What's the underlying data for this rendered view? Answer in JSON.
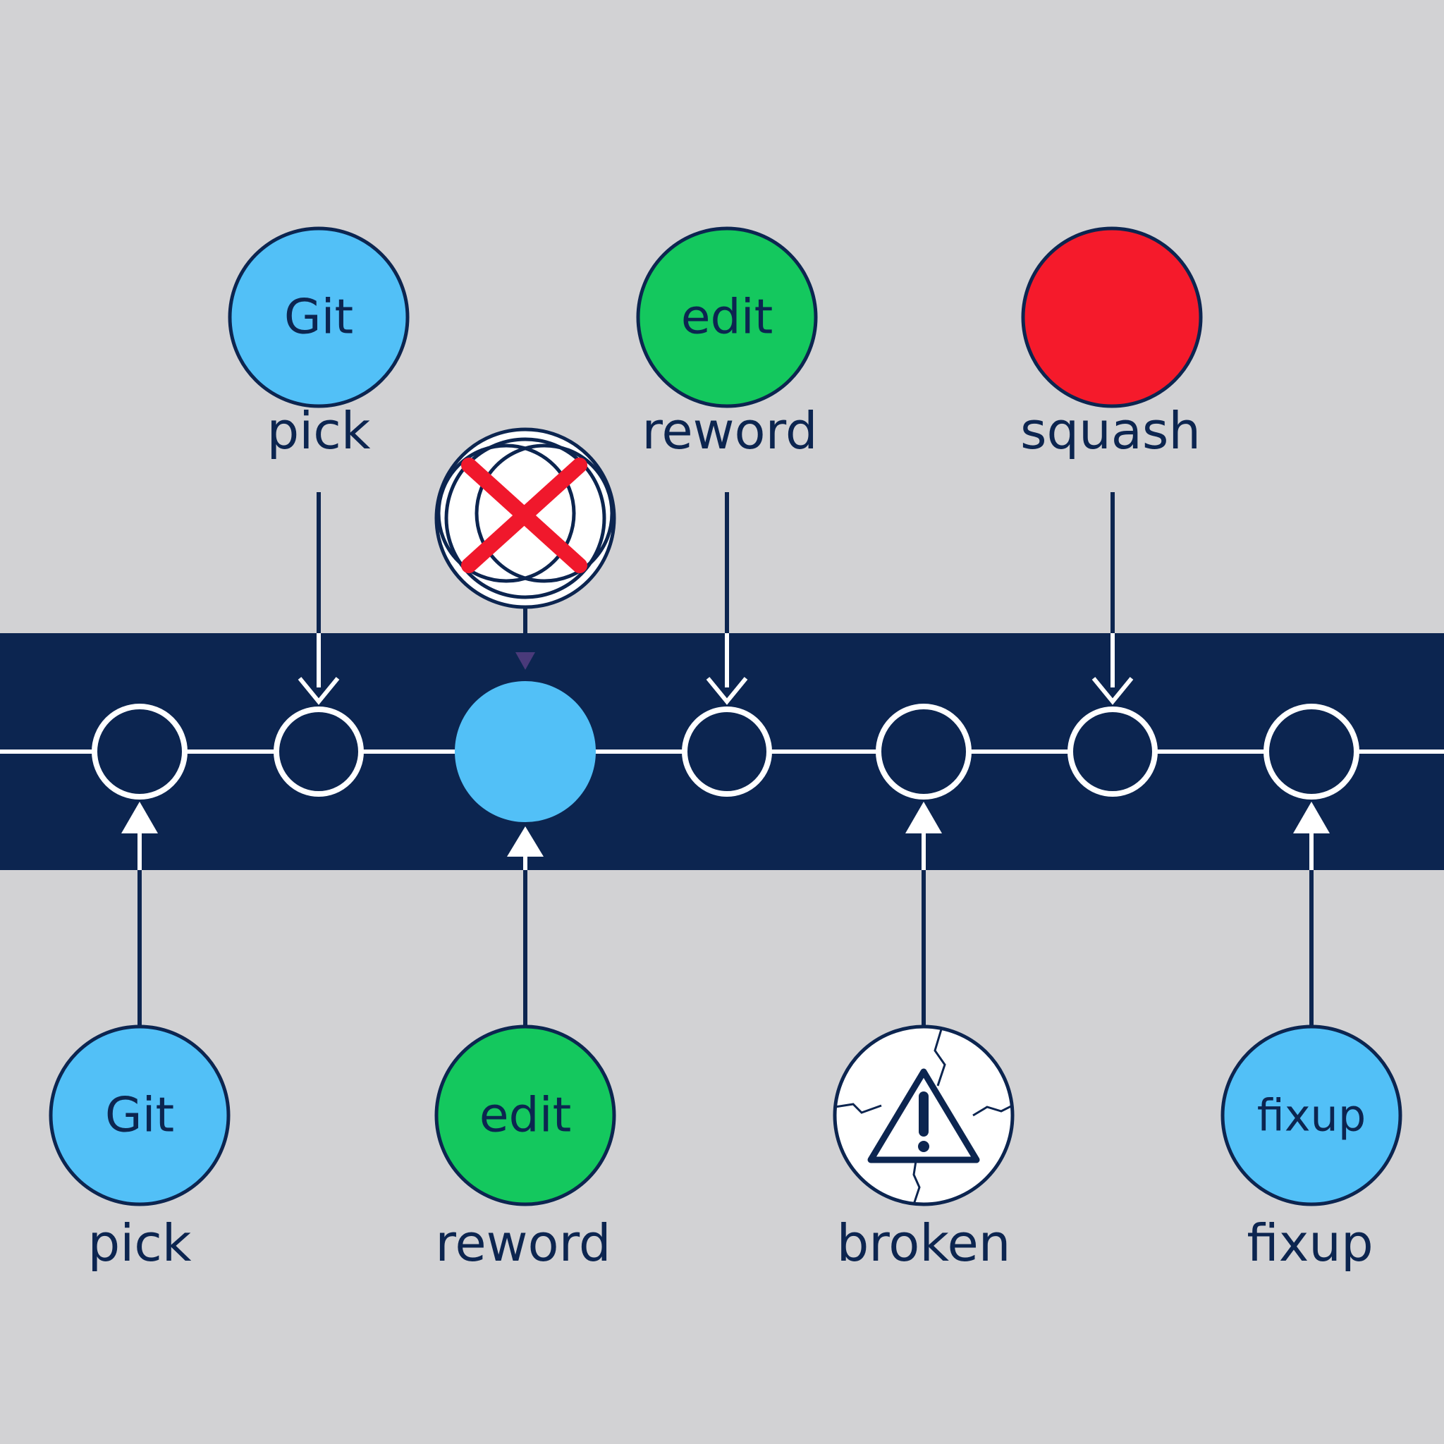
{
  "colors": {
    "background": "#d2d2d4",
    "band": "#0c2550",
    "navy": "#0c2550",
    "line_white": "#ffffff",
    "blue": "#52c0f7",
    "green": "#14c85e",
    "red": "#f51a2b",
    "cross_red": "#f0182c",
    "broken_fill": "#ffffff"
  },
  "top_nodes": [
    {
      "id": "top-pick",
      "inner_text": "Git",
      "label": "pick",
      "color": "blue"
    },
    {
      "id": "top-drop",
      "inner_text": "",
      "label": "",
      "icon": "red-x-cross-icon",
      "color": "white"
    },
    {
      "id": "top-reword",
      "inner_text": "edit",
      "label": "reword",
      "color": "green"
    },
    {
      "id": "top-squash",
      "inner_text": "",
      "label": "squash",
      "color": "red"
    }
  ],
  "bottom_nodes": [
    {
      "id": "bottom-pick",
      "inner_text": "Git",
      "label": "pick",
      "color": "blue"
    },
    {
      "id": "bottom-reword",
      "inner_text": "edit",
      "label": "reword",
      "color": "green"
    },
    {
      "id": "bottom-broken",
      "inner_text": "",
      "label": "broken",
      "icon": "warning-triangle-icon",
      "color": "white"
    },
    {
      "id": "bottom-fixup",
      "inner_text": "fixup",
      "label": "fixup",
      "color": "blue"
    }
  ],
  "timeline_commits": [
    {
      "id": "commit-1",
      "state": "hollow"
    },
    {
      "id": "commit-2",
      "state": "hollow"
    },
    {
      "id": "commit-3",
      "state": "active"
    },
    {
      "id": "commit-4",
      "state": "hollow"
    },
    {
      "id": "commit-5",
      "state": "hollow"
    },
    {
      "id": "commit-6",
      "state": "hollow"
    },
    {
      "id": "commit-7",
      "state": "hollow"
    }
  ]
}
